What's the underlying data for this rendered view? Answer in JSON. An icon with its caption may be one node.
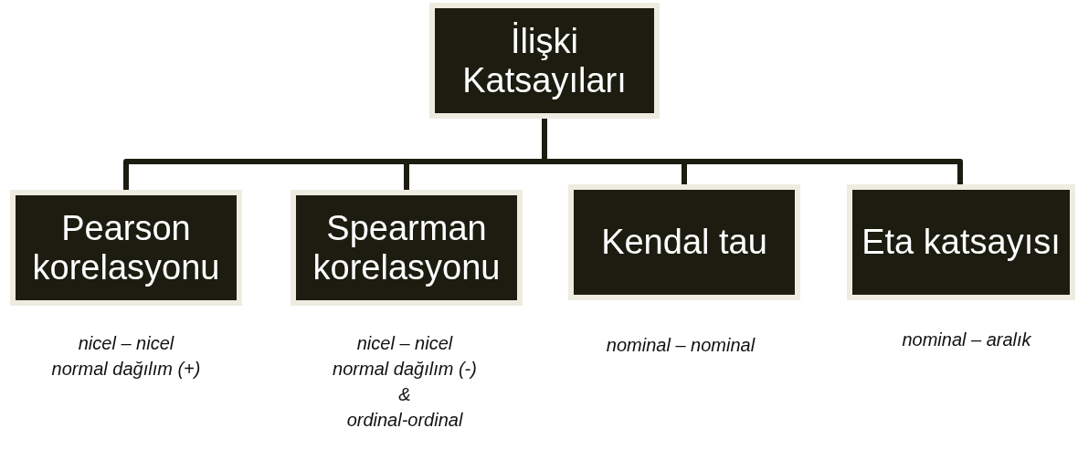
{
  "diagram": {
    "nodes": [
      {
        "text": [
          "İlişki Katsayıları"
        ]
      },
      {
        "text": [
          "Pearson korelasyonu"
        ],
        "beside": [
          "nicel – nicel",
          "normal dağılım (+)"
        ]
      },
      {
        "text": [
          "Spearman korelasyonu"
        ],
        "beside": [
          "nicel – nicel",
          "normal dağılım (-)",
          "&",
          "ordinal-ordinal"
        ]
      },
      {
        "text": [
          "Kendal tau"
        ],
        "beside": [
          "nominal – nominal"
        ]
      },
      {
        "text": [
          "Eta katsayısı"
        ],
        "beside": [
          "nominal – aralık"
        ]
      }
    ],
    "edges": [
      {
        "from": 0,
        "to": 1,
        "arrow": "none"
      },
      {
        "from": 0,
        "to": 2,
        "arrow": "none"
      },
      {
        "from": 0,
        "to": 3,
        "arrow": "none"
      },
      {
        "from": 0,
        "to": 4,
        "arrow": "none"
      }
    ]
  }
}
